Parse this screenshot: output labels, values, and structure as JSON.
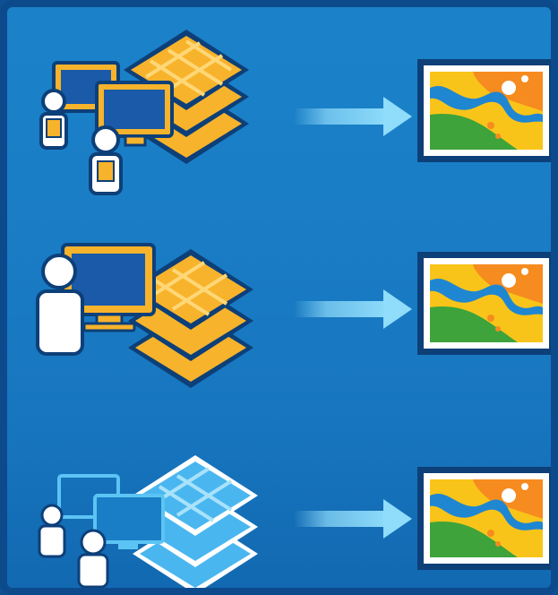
{
  "workflows": [
    {
      "id": "enterprise",
      "users": "multiple",
      "theme": "orange",
      "output": "map"
    },
    {
      "id": "desktop",
      "users": "single",
      "theme": "orange",
      "output": "map"
    },
    {
      "id": "online",
      "users": "multiple",
      "theme": "blue",
      "output": "map"
    }
  ],
  "colors": {
    "background": "#1a7ec6",
    "frame": "#0d4a8c",
    "orange": "#f7b32b",
    "orange_dark": "#1a5aa8",
    "blue_layer": "#4ab6ef",
    "arrow": "#8fdcfb",
    "map_water": "#1f86d1",
    "map_green": "#3da33a",
    "map_yellow": "#f9c41a",
    "map_orange": "#f68b1f"
  }
}
